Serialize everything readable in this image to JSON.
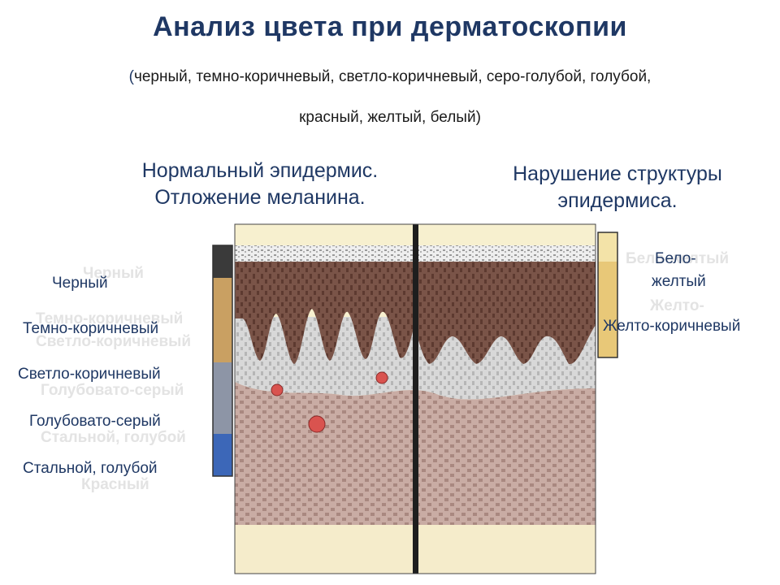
{
  "title": "Анализ цвета при дерматоскопии",
  "subtitle": {
    "open_paren": "(",
    "line1": "черный, темно-коричневый, светло-коричневый, серо-голубой, голубой,",
    "line2": "красный, желтый, белый)"
  },
  "left_heading": {
    "line1": "Нормальный эпидермис.",
    "line2": "Отложение меланина."
  },
  "right_heading": {
    "line1": "Нарушение структуры",
    "line2": "эпидермиса."
  },
  "left_labels": [
    "Черный",
    "Темно-коричневый",
    "Светло-коричневый",
    "Голубовато-серый",
    "Стальной, голубой"
  ],
  "right_labels": [
    "Бело-",
    "желтый",
    "Желто-коричневый"
  ],
  "colors": {
    "title": "#1f3864",
    "left_scale": [
      "#3a3a3a",
      "#c9a062",
      "#9a9a9a",
      "#6b7fb2",
      "#3c67b8"
    ],
    "right_scale": [
      "#f3e3a8",
      "#e8c878"
    ],
    "dermis": "#b89a90",
    "epidermis_dark": "#6e4a3e",
    "stratum_corneum": "#f5eecf",
    "vessel": "#d9534f"
  }
}
